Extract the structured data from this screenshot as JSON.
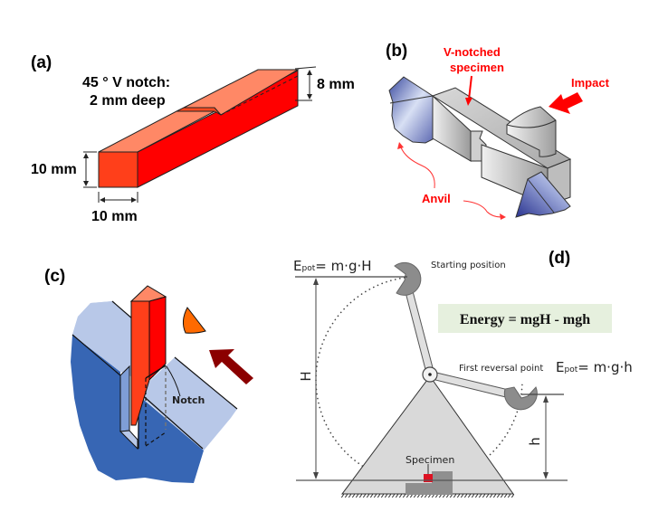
{
  "figure": {
    "panels": {
      "a": {
        "label": "(a)",
        "notch_line1": "45 ° V notch:",
        "notch_line2": "2 mm deep",
        "depth_label": "8 mm",
        "height_label": "10 mm",
        "width_label": "10 mm"
      },
      "b": {
        "label": "(b)",
        "specimen_line1": "V-notched",
        "specimen_line2": "specimen",
        "impact_label": "Impact",
        "anvil_label": "Anvil"
      },
      "c": {
        "label": "(c)",
        "notch_label": "Notch"
      },
      "d": {
        "label": "(d)",
        "epot_start_E": "E",
        "epot_start_sub": "pot",
        "epot_start_rhs": "= m·g·H",
        "starting_position": "Starting position",
        "energy_formula": "Energy = mgH - mgh",
        "first_reversal": "First reversal point",
        "epot_end_E": "E",
        "epot_end_sub": "pot",
        "epot_end_rhs": "= m·g·h",
        "H_label": "H",
        "h_label": "h",
        "specimen_label": "Specimen"
      }
    },
    "colors": {
      "specimen_red": "#ff0000",
      "specimen_front": "#ff3f1a",
      "specimen_top": "#ff8866",
      "anvil_blue": "#3a68b8",
      "anvil_light": "#b8c8e8",
      "impact_arrow_dark": "#8b0000",
      "striker_orange": "#ff6a00",
      "formula_bg": "#e6f0de",
      "machine_gray": "#d9d9d9",
      "hammer_gray": "#8c8c8c"
    }
  }
}
